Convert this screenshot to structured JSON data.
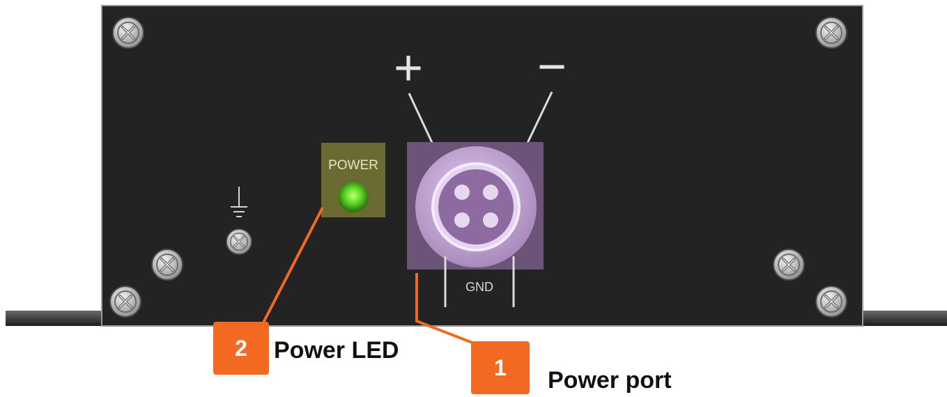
{
  "diagram": {
    "led_label": "POWER",
    "gnd_label": "GND",
    "plus_sign": "+",
    "minus_sign": "−"
  },
  "callouts": [
    {
      "number": "1",
      "label": "Power port"
    },
    {
      "number": "2",
      "label": "Power LED"
    }
  ],
  "colors": {
    "panel": "#232323",
    "accent": "#f26a21",
    "connector_box": "#6b5478",
    "led_box": "#6b6a32",
    "led": "#5fdc2a"
  }
}
